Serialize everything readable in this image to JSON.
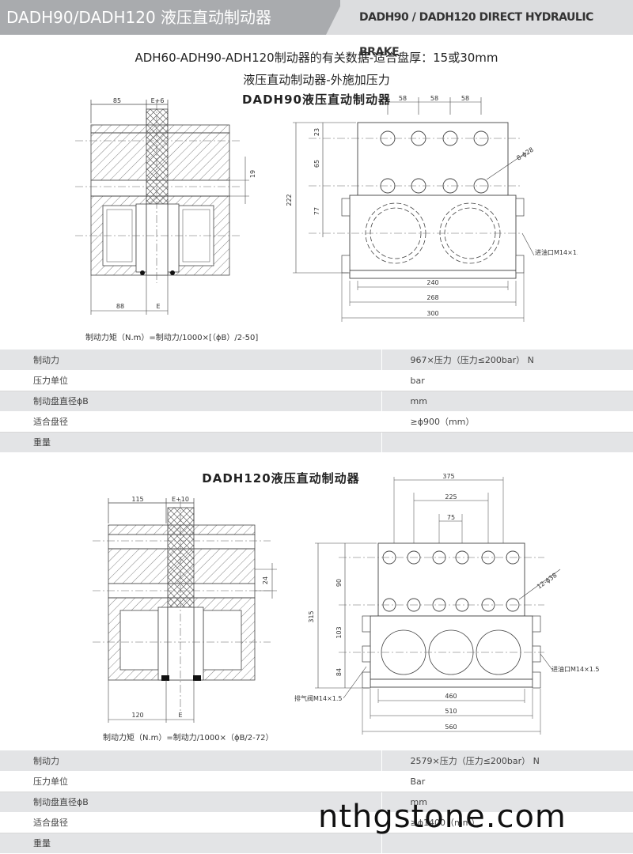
{
  "banner": {
    "title_cn": "DADH90/DADH120 液压直动制动器",
    "title_en": "DADH90 / DADH120 DIRECT HYDRAULIC BRAKE"
  },
  "headings": {
    "main": "ADH60-ADH90-ADH120制动器的有关数据-适合盘厚：15或30mm",
    "sub": "液压直动制动器-外施加压力",
    "model1": "DADH90液压直动制动器",
    "model2": "DADH120液压直动制动器"
  },
  "drawing1": {
    "side": {
      "top_width": "85",
      "gap": "E+6",
      "dim_19": "19",
      "bottom_width": "88",
      "bottom_e": "E"
    },
    "front": {
      "pitch1": "58",
      "pitch2": "58",
      "pitch3": "58",
      "holes": "8-ϕ28",
      "v23": "23",
      "v65": "65",
      "v77": "77",
      "total_h": "222",
      "w240": "240",
      "w268": "268",
      "w300": "300",
      "oil_port": "进油口M14×1.5"
    },
    "formula": "制动力矩（N.m）=制动力/1000×[（ϕB）/2-50]"
  },
  "spec1": {
    "rows": [
      {
        "label": "制动力",
        "value": "967×压力（压力≤200bar）   N"
      },
      {
        "label": "压力单位",
        "value": "bar"
      },
      {
        "label": "制动盘直径ϕB",
        "value": "mm"
      },
      {
        "label": "适合盘径",
        "value": "≥ϕ900（mm）"
      },
      {
        "label": "重量",
        "value": ""
      }
    ]
  },
  "drawing2": {
    "side": {
      "top_width": "115",
      "gap": "E+10",
      "dim_24": "24",
      "bottom_width": "120",
      "bottom_e": "E"
    },
    "front": {
      "w375": "375",
      "w225": "225",
      "w75": "75",
      "holes": "12-ϕ38",
      "v90": "90",
      "v103": "103",
      "v84": "84",
      "total_h": "315",
      "w460": "460",
      "w510": "510",
      "w560": "560",
      "oil_port": "进油口M14×1.5",
      "vent": "排气阀M14×1.5"
    },
    "formula": "制动力矩（N.m）=制动力/1000×（ϕB/2-72）"
  },
  "spec2": {
    "rows": [
      {
        "label": "制动力",
        "value": "2579×压力（压力≤200bar）   N"
      },
      {
        "label": "压力单位",
        "value": "Bar"
      },
      {
        "label": "制动盘直径ϕB",
        "value": "mm"
      },
      {
        "label": "适合盘径",
        "value": "≥ϕ1400（mm）"
      },
      {
        "label": "重量",
        "value": ""
      }
    ]
  },
  "watermark": "nthgstone.com"
}
